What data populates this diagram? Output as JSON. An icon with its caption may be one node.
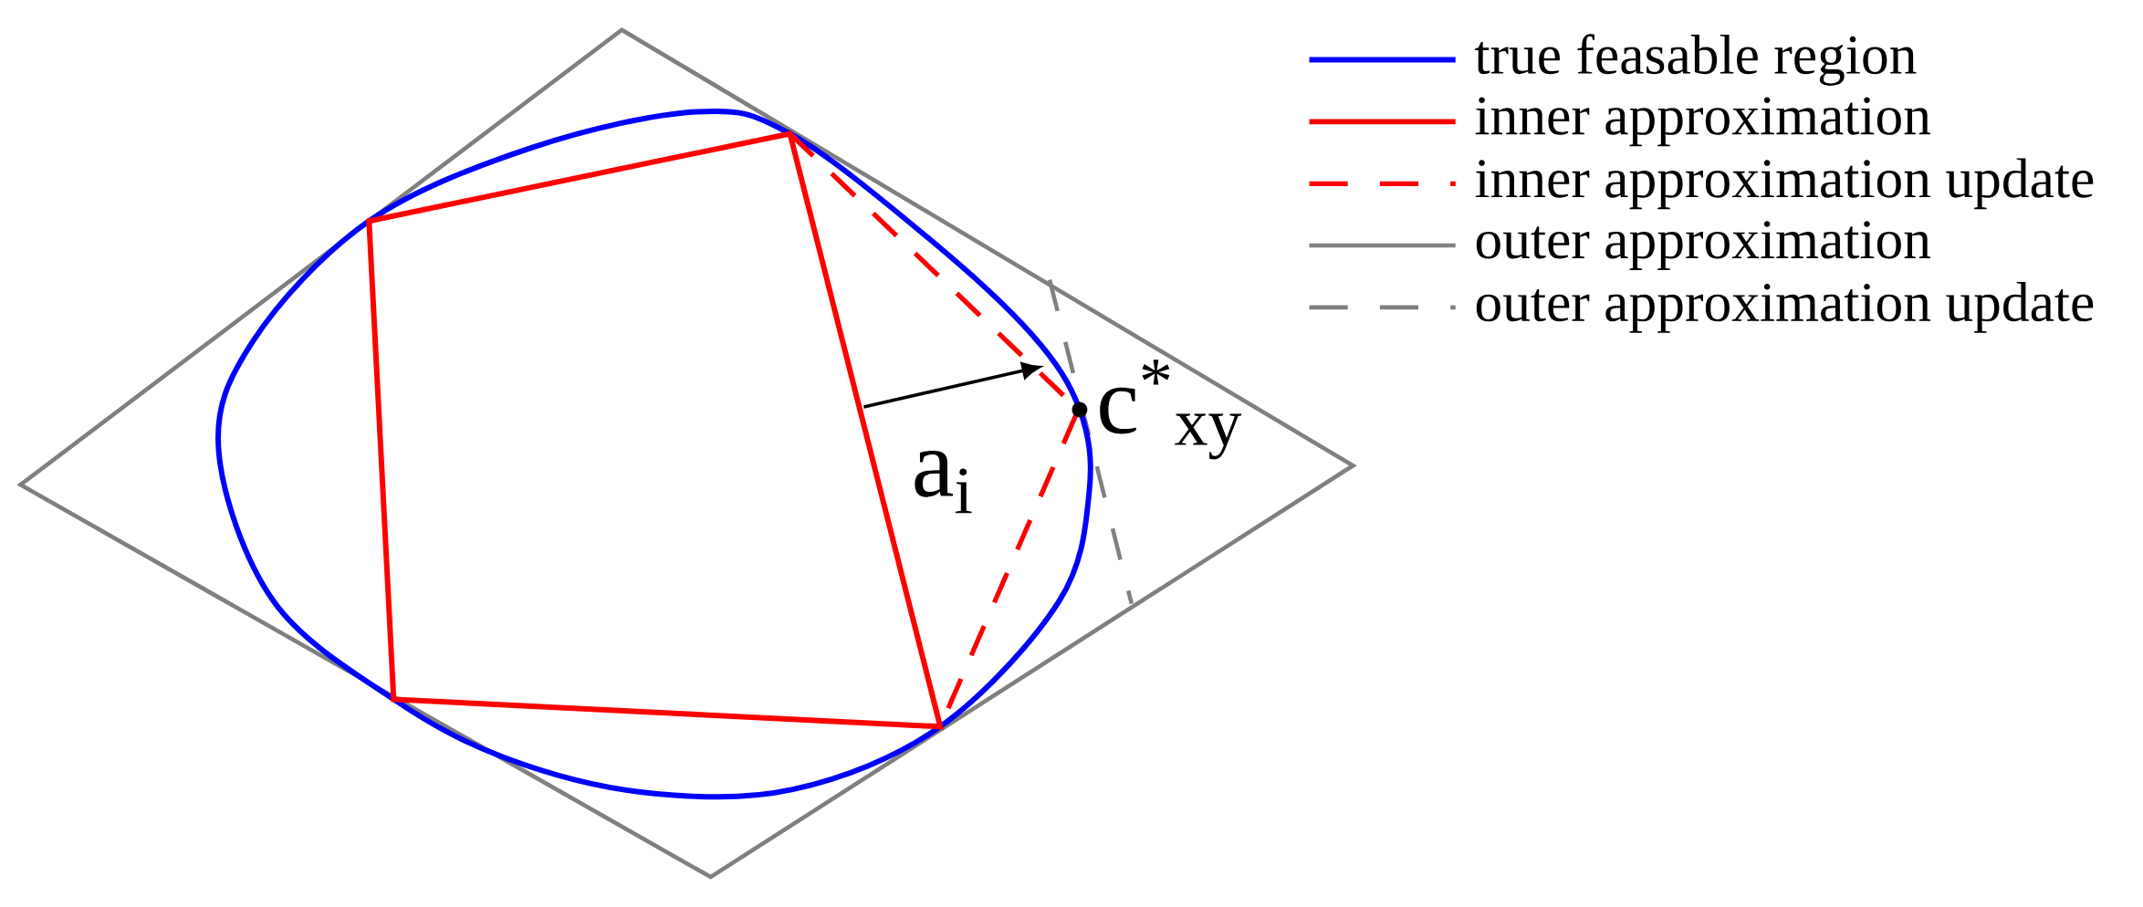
{
  "diagram": {
    "labels": [
      "a$_{i}$",
      "c$^{*}$$_{xy}$"
    ],
    "legend": [
      {
        "text": "true feasable region"
      },
      {
        "text": "inner approximation"
      },
      {
        "text": "inner approximation update"
      },
      {
        "text": "outer approximation"
      },
      {
        "text": "outer approximation update"
      }
    ]
  }
}
